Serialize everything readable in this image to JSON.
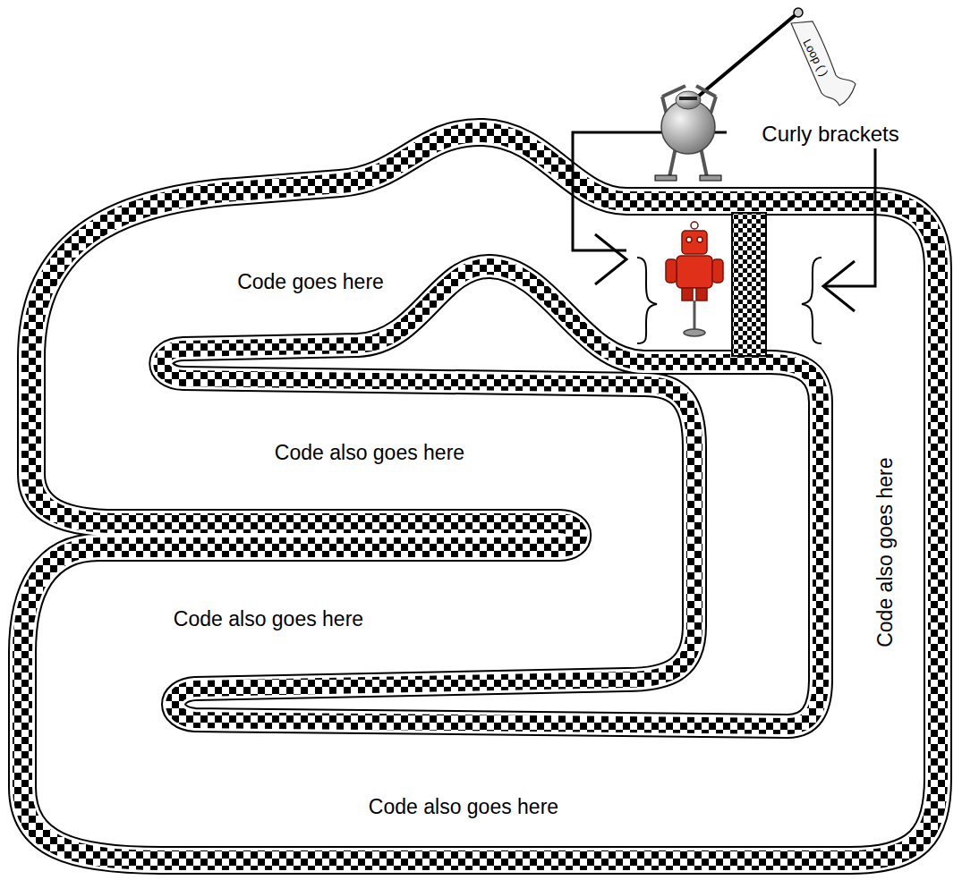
{
  "diagram": {
    "nodes": [
      {
        "text": [
          "Loop ( )"
        ]
      }
    ],
    "labels": [
      "Curly brackets",
      "Code goes here",
      "Code also goes here",
      "Code also goes here",
      "Code also goes here",
      "Code also goes here"
    ]
  }
}
